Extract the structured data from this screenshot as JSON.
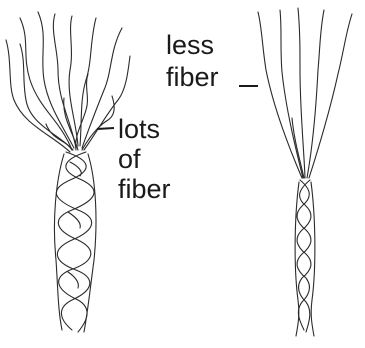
{
  "labels": {
    "left": [
      "lots",
      "of",
      "fiber"
    ],
    "right": [
      "less",
      "fiber"
    ]
  },
  "colors": {
    "ink": "#2a2a2a",
    "background": "#ffffff"
  }
}
